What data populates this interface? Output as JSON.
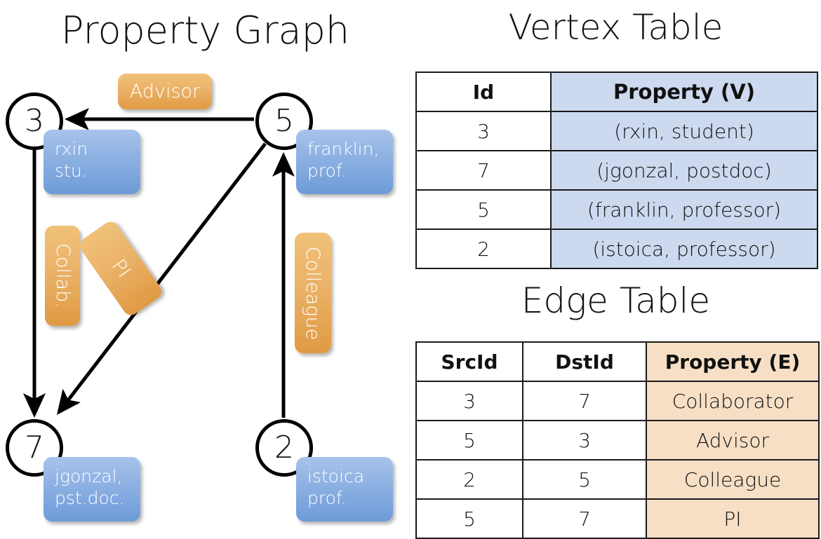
{
  "titles": {
    "property_graph": "Property Graph",
    "vertex_table": "Vertex Table",
    "edge_table": "Edge Table"
  },
  "colors": {
    "vertex_property_fill": "#ccd9ef",
    "edge_property_fill": "#f6dfc5",
    "node_blue_box": "#8fb2e3",
    "edge_orange_box": "#eab268",
    "stroke": "#000000",
    "background": "#ffffff"
  },
  "graph": {
    "nodes": [
      {
        "id": "3",
        "label": "3",
        "property_line1": "rxin",
        "property_line2": "stu."
      },
      {
        "id": "5",
        "label": "5",
        "property_line1": "franklin,",
        "property_line2": "prof."
      },
      {
        "id": "7",
        "label": "7",
        "property_line1": "jgonzal,",
        "property_line2": "pst.doc."
      },
      {
        "id": "2",
        "label": "2",
        "property_line1": "istoica",
        "property_line2": "prof."
      }
    ],
    "edges": [
      {
        "src": "5",
        "dst": "3",
        "label": "Advisor"
      },
      {
        "src": "3",
        "dst": "7",
        "label": "Collab."
      },
      {
        "src": "5",
        "dst": "7",
        "label": "PI"
      },
      {
        "src": "2",
        "dst": "5",
        "label": "Colleague"
      }
    ]
  },
  "chart_data": {
    "type": "diagram",
    "title": "Property Graph",
    "nodes": [
      "3",
      "7",
      "5",
      "2"
    ],
    "directed_edges": [
      {
        "from": "5",
        "to": "3",
        "label": "Advisor"
      },
      {
        "from": "3",
        "to": "7",
        "label": "Collab."
      },
      {
        "from": "5",
        "to": "7",
        "label": "PI"
      },
      {
        "from": "2",
        "to": "5",
        "label": "Colleague"
      }
    ]
  },
  "vertex_table": {
    "title": "Vertex Table",
    "headers": [
      "Id",
      "Property (V)"
    ],
    "rows": [
      {
        "id": "3",
        "property": "(rxin, student)"
      },
      {
        "id": "7",
        "property": "(jgonzal, postdoc)"
      },
      {
        "id": "5",
        "property": "(franklin, professor)"
      },
      {
        "id": "2",
        "property": "(istoica, professor)"
      }
    ]
  },
  "edge_table": {
    "title": "Edge Table",
    "headers": [
      "SrcId",
      "DstId",
      "Property (E)"
    ],
    "rows": [
      {
        "src": "3",
        "dst": "7",
        "property": "Collaborator"
      },
      {
        "src": "5",
        "dst": "3",
        "property": "Advisor"
      },
      {
        "src": "2",
        "dst": "5",
        "property": "Colleague"
      },
      {
        "src": "5",
        "dst": "7",
        "property": "PI"
      }
    ]
  }
}
